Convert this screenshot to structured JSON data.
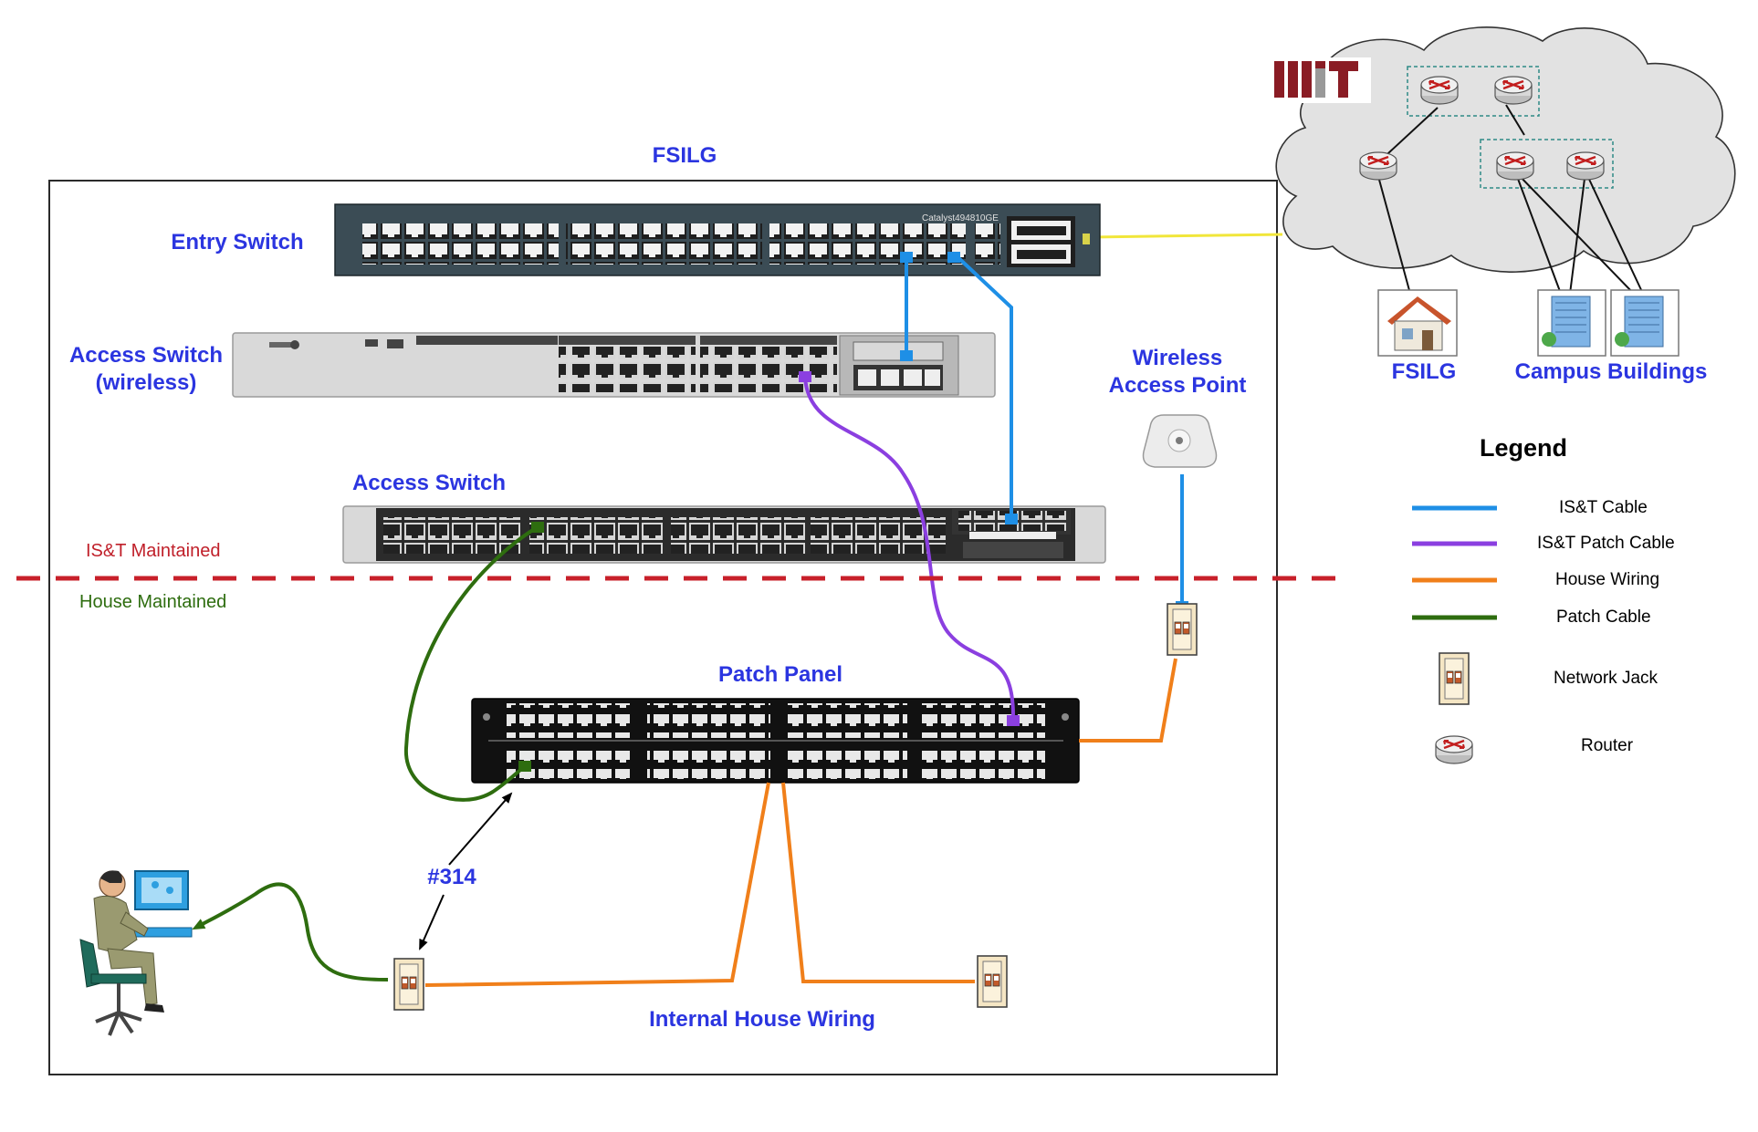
{
  "title": "FSILG",
  "labels": {
    "entry_switch": "Entry Switch",
    "access_switch_wireless_line1": "Access Switch",
    "access_switch_wireless_line2": "(wireless)",
    "access_switch": "Access Switch",
    "wireless_ap_line1": "Wireless",
    "wireless_ap_line2": "Access Point",
    "patch_panel": "Patch Panel",
    "jack_number": "#314",
    "internal_house_wiring": "Internal House Wiring",
    "campus_fsilg": "FSILG",
    "campus_buildings": "Campus Buildings",
    "ist_maintained": "IS&T Maintained",
    "house_maintained": "House Maintained",
    "switch_model": "Catalyst494810GE",
    "mit_logo": "MIT"
  },
  "legend": {
    "title": "Legend",
    "items": [
      {
        "label": "IS&T Cable",
        "kind": "line",
        "color": "#1e8fe6"
      },
      {
        "label": "IS&T Patch Cable",
        "kind": "line",
        "color": "#8b3fe0"
      },
      {
        "label": "House Wiring",
        "kind": "line",
        "color": "#f07f1a"
      },
      {
        "label": "Patch Cable",
        "kind": "line",
        "color": "#2e6d0f"
      },
      {
        "label": "Network Jack",
        "kind": "jack-icon"
      },
      {
        "label": "Router",
        "kind": "router-icon"
      }
    ]
  },
  "colors": {
    "ist_cable": "#1e8fe6",
    "ist_patch_cable": "#8b3fe0",
    "house_wiring": "#f07f1a",
    "patch_cable": "#2e6d0f",
    "uplink": "#f1e63a",
    "divider": "#c8202a",
    "label_blue": "#2b35e0",
    "cloud": "#e2e2e2",
    "mit_red": "#8a1c24"
  }
}
